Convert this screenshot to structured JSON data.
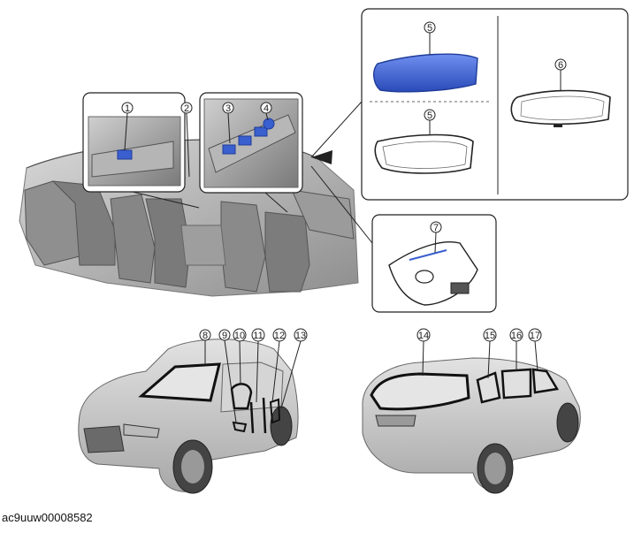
{
  "callouts": {
    "c1": "1",
    "c2": "2",
    "c3": "3",
    "c4": "4",
    "c5a": "5",
    "c5b": "5",
    "c6": "6",
    "c7": "7",
    "c8": "8",
    "c9": "9",
    "c10": "10",
    "c11": "11",
    "c12": "12",
    "c13": "13",
    "c14": "14",
    "c15": "15",
    "c16": "16",
    "c17": "17"
  },
  "caption": "ac9uuw00008582",
  "colors": {
    "highlight_blue": "#3a5fcf",
    "outline": "#222222",
    "car_gray": "#c9c9c9",
    "panel_gray": "#9a9a9a"
  }
}
